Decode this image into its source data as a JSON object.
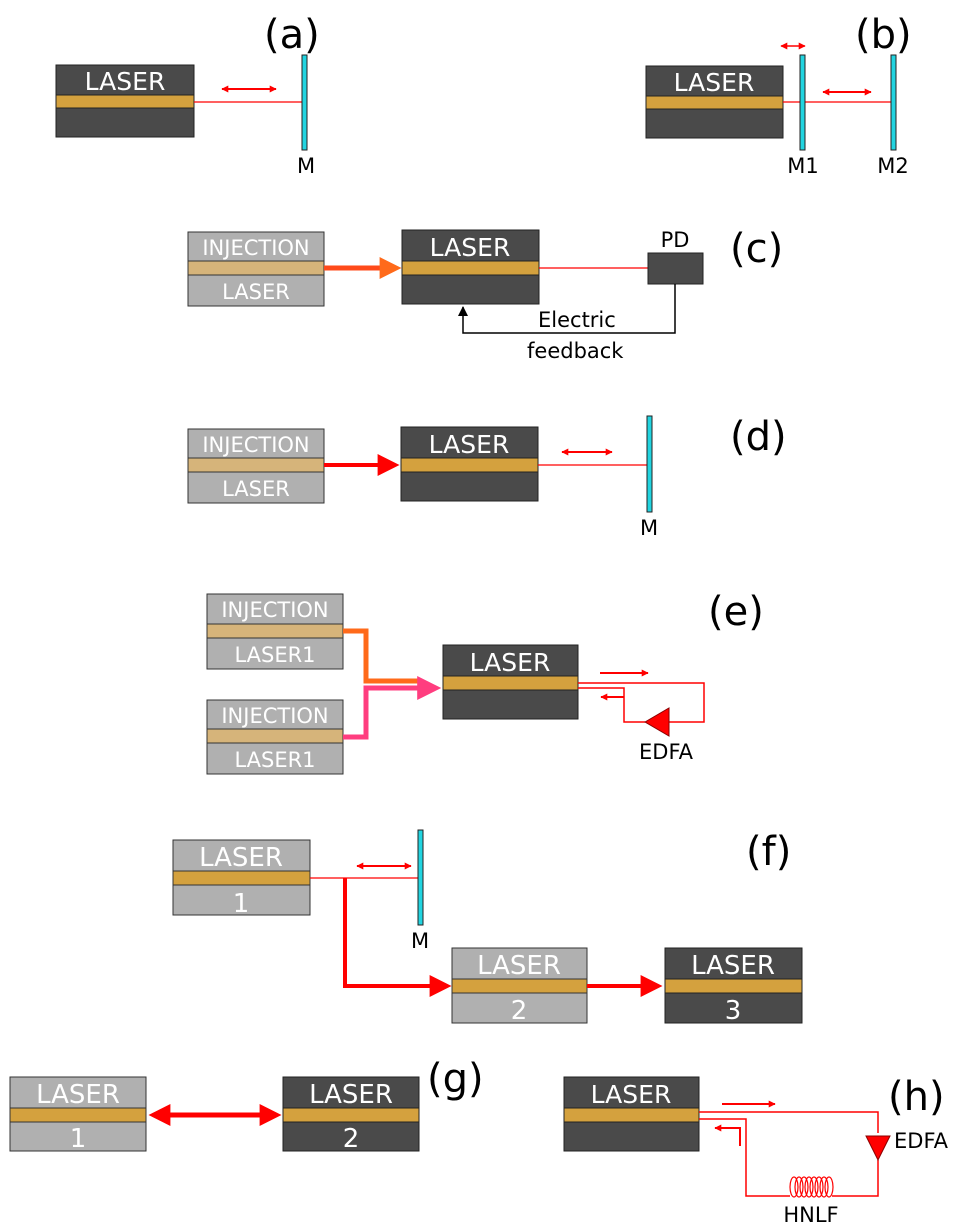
{
  "panels": {
    "a": {
      "label": "(a)",
      "laser": "LASER",
      "mirror": "M"
    },
    "b": {
      "label": "(b)",
      "laser": "LASER",
      "mirror1": "M1",
      "mirror2": "M2"
    },
    "c": {
      "label": "(c)",
      "inj_top": "INJECTION",
      "inj_bottom": "LASER",
      "laser": "LASER",
      "pd": "PD",
      "feedback_line1": "Electric",
      "feedback_line2": "feedback"
    },
    "d": {
      "label": "(d)",
      "inj_top": "INJECTION",
      "inj_bottom": "LASER",
      "laser": "LASER",
      "mirror": "M"
    },
    "e": {
      "label": "(e)",
      "inj1_top": "INJECTION",
      "inj1_bottom": "LASER1",
      "inj2_top": "INJECTION",
      "inj2_bottom": "LASER1",
      "laser": "LASER",
      "amp": "EDFA"
    },
    "f": {
      "label": "(f)",
      "laser1_top": "LASER",
      "laser1_num": "1",
      "mirror": "M",
      "laser2_top": "LASER",
      "laser2_num": "2",
      "laser3_top": "LASER",
      "laser3_num": "3"
    },
    "g": {
      "label": "(g)",
      "laser1_top": "LASER",
      "laser1_num": "1",
      "laser2_top": "LASER",
      "laser2_num": "2"
    },
    "h": {
      "label": "(h)",
      "laser": "LASER",
      "amp": "EDFA",
      "fiber": "HNLF"
    }
  },
  "colors": {
    "dark_laser": "#4a4a4a",
    "light_laser": "#b0b0b0",
    "stripe": "#d4a13e",
    "stripe_light": "#d6b47a",
    "mirror": "#22d4e0",
    "beam": "#ff0000",
    "orange": "#ff6a1a",
    "pink": "#ff3d7f"
  }
}
